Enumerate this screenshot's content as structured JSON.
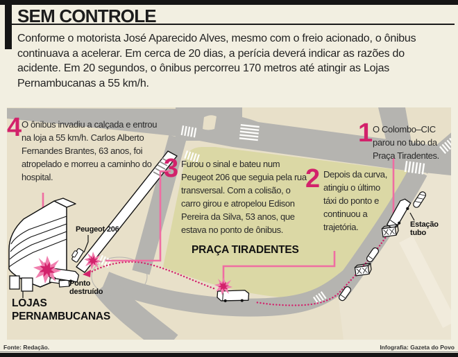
{
  "header": {
    "title": "SEM CONTROLE",
    "intro": "Conforme o motorista José Aparecido Alves, mesmo com o freio acionado, o ônibus continuava a acelerar. Em cerca de 20 dias, a perícia deverá indicar as razões do acidente. Em 20 segundos, o ônibus percorreu 170 metros até atingir as Lojas Pernambucanas a 55 km/h."
  },
  "steps": [
    {
      "num": "1",
      "text": "O Colombo–CIC parou no tubo da Praça Tiradentes."
    },
    {
      "num": "2",
      "text": "Depois da curva, atingiu o último táxi do ponto e continuou a trajetória."
    },
    {
      "num": "3",
      "text": "Furou o sinal e bateu num Peugeot 206 que seguia pela rua transversal. Com a colisão, o carro girou e atropelou Edison Pereira da Silva, 53 anos, que estava no ponto de ônibus."
    },
    {
      "num": "4",
      "text": "O ônibus invadiu a calçada e entrou na loja a 55 km/h. Carlos Alberto Fernandes Brantes, 63 anos, foi atropelado e morreu a caminho do hospital."
    }
  ],
  "map": {
    "labels": {
      "park": "PRAÇA TIRADENTES",
      "store": "LOJAS PERNAMBUCANAS",
      "peugeot": "Peugeot 206",
      "ponto": "Ponto destruído",
      "estacao": "Estação tubo"
    }
  },
  "footer": {
    "source": "Fonte: Redação.",
    "credit": "Infografia: Gazeta do Povo"
  },
  "colors": {
    "accent_magenta": "#d2226b",
    "leader_pink": "#ef6da2",
    "explosion_pink": "#f07fae",
    "road_gray": "#b5b4b0",
    "park_olive": "#dbd8a5",
    "map_beige": "#e8e0c9",
    "page_cream": "#f2efe1",
    "ink": "#1a1a1a"
  }
}
